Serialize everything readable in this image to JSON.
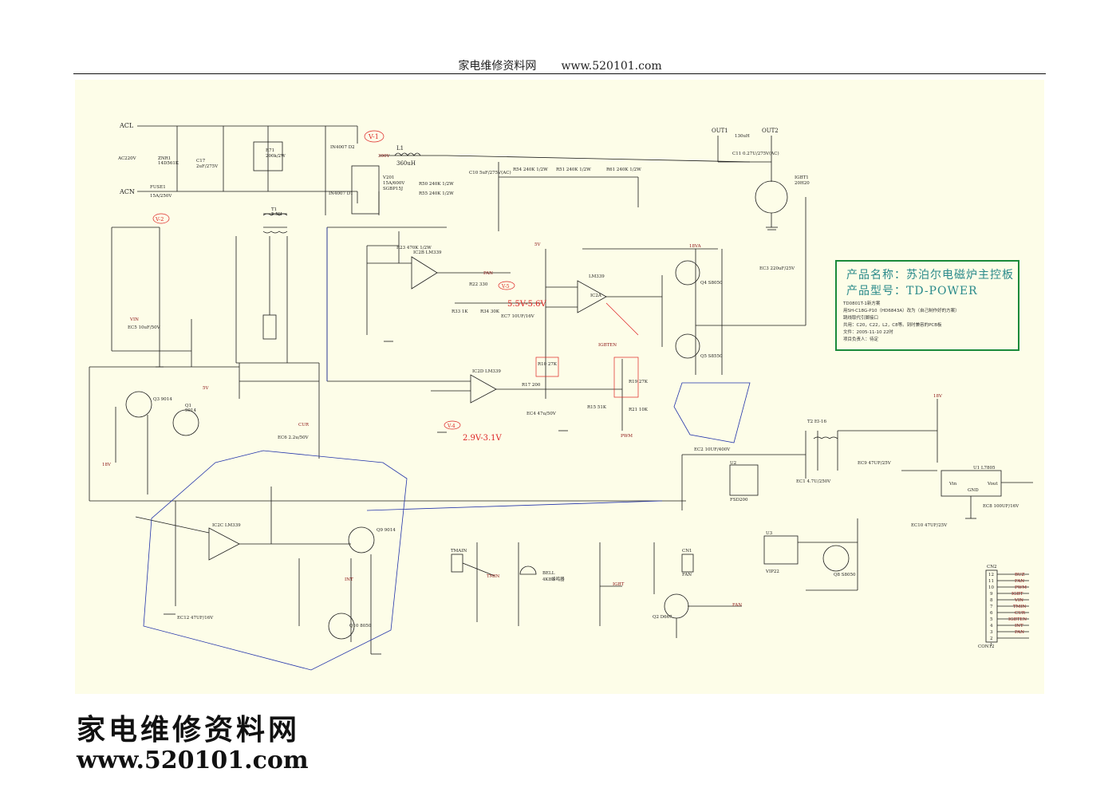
{
  "header": {
    "site_name": "家电维修资料网",
    "url": "www.520101.com"
  },
  "product": {
    "name_line": "产品名称：苏泊尔电磁炉主控板",
    "model_line": "产品型号：TD-POWER",
    "notes": [
      "TD0801T-1新方案",
      "用SH-C18G-P10（HD6843A）改为（自己制作好的方案）",
      "跳线取代引脚接口",
      "共用：C20，C22，L2，C8等。到时兼容的PCB板",
      "文件：2005-11-10 22时",
      "项目负责人：待定"
    ]
  },
  "labels": {
    "volt_v1": "V-1",
    "volt_v2": "V-2",
    "volt_v4": "V-4",
    "volt_v5": "V-5",
    "range_v5": "5.5V-5.6V",
    "range_v4": "2.9V-3.1V",
    "acl": "ACL",
    "acn": "ACN",
    "ac220v": "AC220V",
    "fuse_label": "FUSE1",
    "fuse_value": "15A/250V",
    "znr_label": "ZNR1",
    "znr_value": "14D561K",
    "c17_label": "C17",
    "c17_value": "2uF/275V",
    "r71_label": "R71",
    "r71_value": "200k/2W",
    "d2_label": "IN4007 D2",
    "d1_label": "IN4007 D1",
    "t1_label": "T1",
    "t1_value": "5.5H",
    "bridge_label": "V201",
    "bridge_value1": "15A/600V",
    "bridge_value2": "SGBP15J",
    "l1_label": "L1",
    "l1_value": "360uH",
    "r50_value": "R50 240K 1/2W",
    "r55_value": "R55 240K 1/2W",
    "c10_value": "C10 5uF/275V(AC)",
    "r54_value": "R54 240K 1/2W",
    "r51_value": "R51 240K 1/2W",
    "r61_value": "R61 240K 1/2W",
    "out1": "OUT1",
    "out2": "OUT2",
    "coil_value": "130uH",
    "c11_value": "C11 0.27U/275V(AC)",
    "igbt_label": "IGBT1",
    "igbt_value": "20H20",
    "r23_value": "R23 470K 1/2W",
    "ic2b_label": "IC2B LM339",
    "ic2a_label": "IC2A",
    "ic2a_chip": "LM339",
    "ic2c_label": "IC2C LM339",
    "ic2d_label": "IC2D LM339",
    "ic_label_u1": "U1 L7805",
    "u2_label": "U2",
    "u2_chip": "FSD200",
    "u3_label": "U3",
    "u3_chip": "VIP22",
    "t2_label": "T2 EI-16",
    "q1_label": "Q1",
    "q1_value": "9014",
    "q3_label": "Q3 9014",
    "q4_label": "Q4 S8050",
    "q5_label": "Q5 S8550",
    "q8_label": "Q8 S8050",
    "q9_label": "Q9 9014",
    "q10_label": "Q10 8050",
    "q2_label": "Q2 D667",
    "pan": "PAN",
    "cur": "CUR",
    "vin": "VIN",
    "tmin": "TMIN",
    "tmain": "TMAIN",
    "igbt_net": "IGBT",
    "igbten": "IGBTEN",
    "pwm": "PWM",
    "fan": "FAN",
    "int": "INT",
    "bell_label": "BELL",
    "bell_value": "4K8蜂鸣器",
    "cn1_label": "CN1",
    "cn1_value": "FAN",
    "cn2_label": "CN2",
    "conn2_label": "CON12",
    "v5": "5V",
    "v18": "18V",
    "v18a": "18VA",
    "v300": "300V",
    "vin_pin": "Vin",
    "vout_pin": "Vout",
    "gnd_pin": "GND",
    "cn2_pins": [
      "12",
      "11",
      "10",
      "9",
      "8",
      "7",
      "6",
      "5",
      "4",
      "3",
      "2",
      "1"
    ],
    "cn2_nets": [
      "BUZ",
      "FAN",
      "PWM",
      "IGBT",
      "VIN",
      "TMIN",
      "CUR",
      "IGBTEN",
      "INT",
      "PAN",
      "",
      ""
    ],
    "ec5": "EC5 10uF/50V",
    "ec3": "EC3 220uF/25V",
    "ec6": "EC6 2.2u/50V",
    "ec7": "EC7 10UF/16V",
    "ec2": "EC2 10UF/400V",
    "ec1": "EC1 4.7U/250V",
    "ec9": "EC9 47UF/25V",
    "ec8": "EC8 100UF/16V",
    "ec10": "EC10 47UF/25V",
    "ec12": "EC12 47UF/16V",
    "ec4": "EC4 47u/50V",
    "r33": "R33 1K",
    "r34": "R34 30K",
    "r22": "R22 330",
    "r10": "R10 27K",
    "r17": "R17 200",
    "r15": "R15 51K",
    "r21": "R21 10K",
    "r19": "R19 27K"
  }
}
